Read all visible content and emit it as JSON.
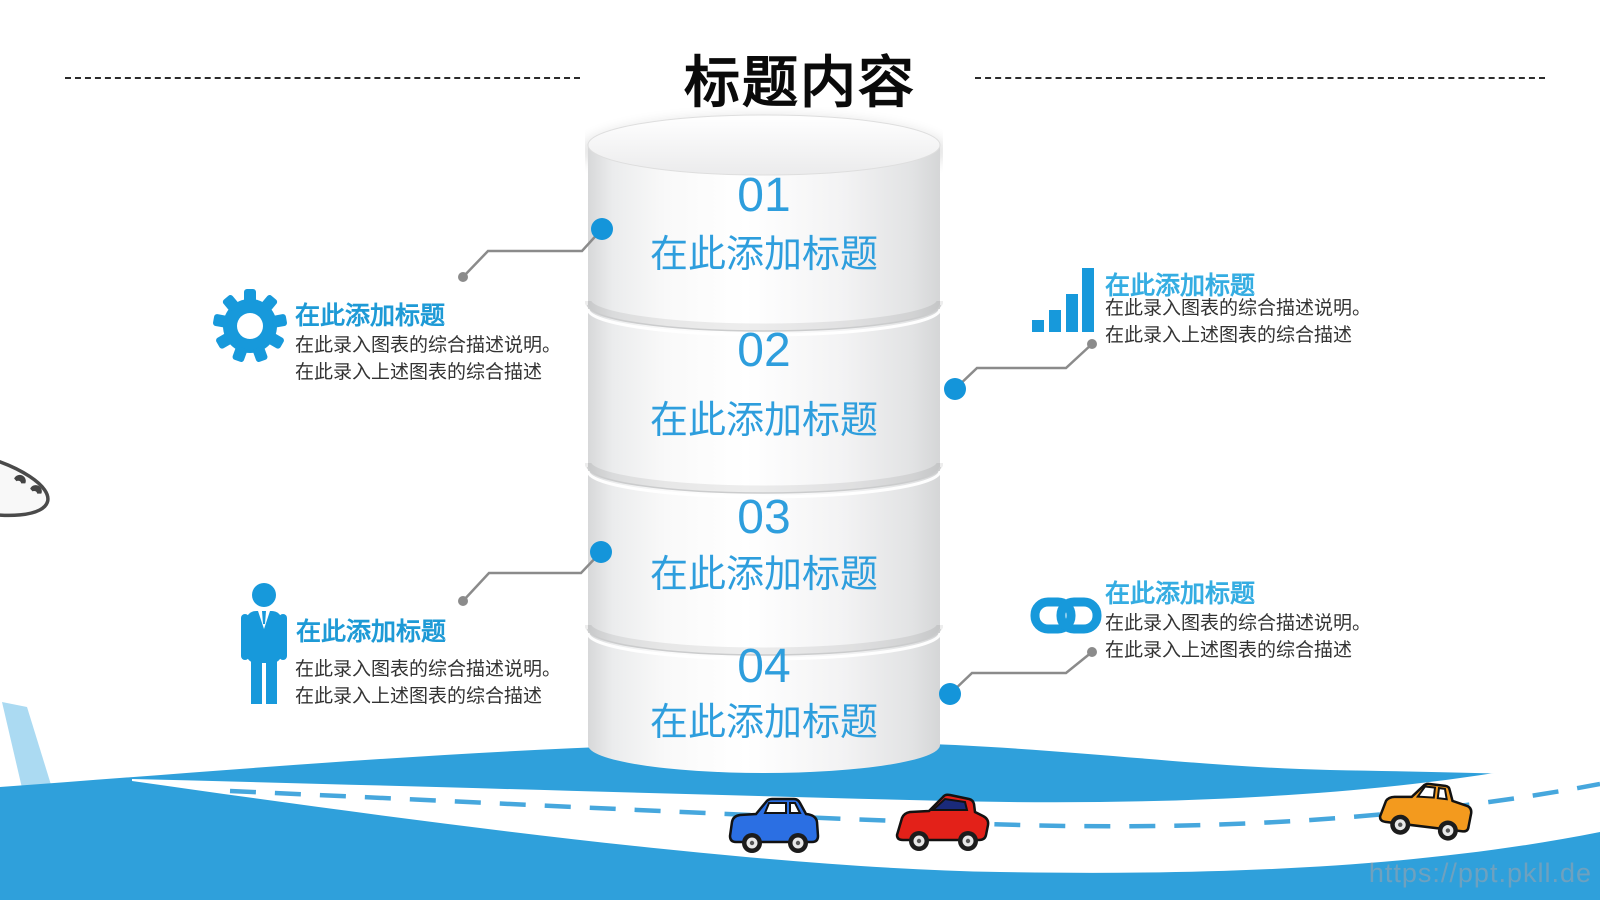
{
  "title": "标题内容",
  "watermark": "https://ppt.pkll.de",
  "cylinder": {
    "sections": [
      {
        "number": "01",
        "title": "在此添加标题"
      },
      {
        "number": "02",
        "title": "在此添加标题"
      },
      {
        "number": "03",
        "title": "在此添加标题"
      },
      {
        "number": "04",
        "title": "在此添加标题"
      }
    ]
  },
  "callouts": {
    "top_left": {
      "icon": "gear-icon",
      "title": "在此添加标题",
      "line1": "在此录入图表的综合描述说明。",
      "line2": "在此录入上述图表的综合描述"
    },
    "top_right": {
      "icon": "bar-chart-icon",
      "title": "在此添加标题",
      "line1": "在此录入图表的综合描述说明。",
      "line2": "在此录入上述图表的综合描述"
    },
    "bottom_left": {
      "icon": "person-icon",
      "title": "在此添加标题",
      "line1": "在此录入图表的综合描述说明。",
      "line2": "在此录入上述图表的综合描述"
    },
    "bottom_right": {
      "icon": "link-icon",
      "title": "在此添加标题",
      "line1": "在此录入图表的综合描述说明。",
      "line2": "在此录入上述图表的综合描述"
    }
  },
  "colors": {
    "accent_blue": "#1799db",
    "cylinder_text_blue": "#2e9edd",
    "wave_blue": "#2fa0db",
    "light_stripe_blue": "#abdaf2",
    "body_text": "#333333",
    "car_blue": "#2b6fe3",
    "car_red": "#e32119",
    "car_orange": "#f39a1e"
  }
}
